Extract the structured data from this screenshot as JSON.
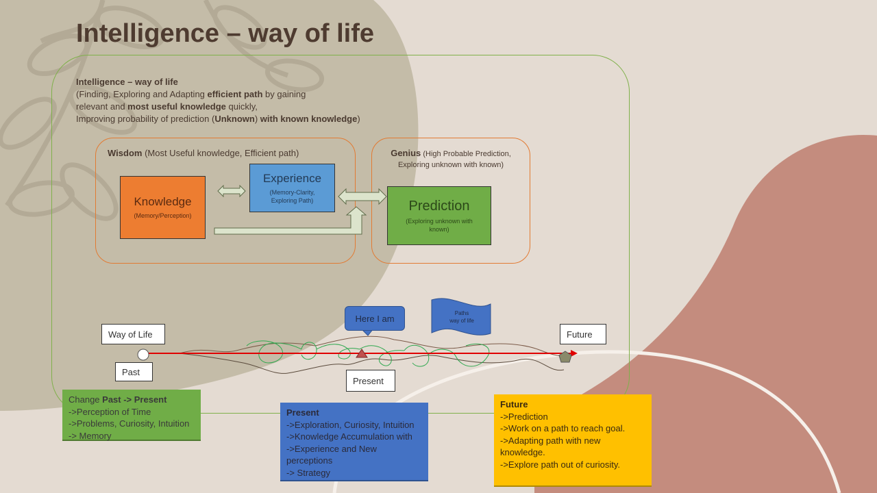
{
  "title": "Intelligence – way of life",
  "intro": {
    "heading": "Intelligence – way of life",
    "line1_a": "(Finding, Exploring and Adapting ",
    "line1_b": "efficient path",
    "line1_c": " by gaining",
    "line2_a": "relevant and ",
    "line2_b": "most useful knowledge",
    "line2_c": " quickly,",
    "line3_a": "Improving probability of prediction (",
    "line3_b": "Unknown",
    "line3_c": ") ",
    "line3_d": "with known knowledge",
    "line3_e": ")"
  },
  "wisdom": {
    "title": "Wisdom",
    "subtitle": " (Most Useful knowledge, Efficient path)"
  },
  "genius": {
    "title": "Genius",
    "subtitle_a": " (High Probable Prediction,",
    "subtitle_b": "Exploring unknown with known)"
  },
  "knowledge": {
    "title": "Knowledge",
    "subtitle": "(Memory/Perception)"
  },
  "experience": {
    "title": "Experience",
    "subtitle_a": "(Memory-Clarity,",
    "subtitle_b": "Exploring Path)"
  },
  "prediction": {
    "title": "Prediction",
    "subtitle_a": "(Exploring unknown with",
    "subtitle_b": "known)"
  },
  "timeline": {
    "way_of_life": "Way of Life",
    "past": "Past",
    "present": "Present",
    "future": "Future",
    "here_i_am": "Here I am",
    "paths_a": "Paths",
    "paths_b": "way of life"
  },
  "notes": {
    "change": {
      "prefix": "Change ",
      "bold": "Past -> Present",
      "items": [
        "->Perception of Time",
        "->Problems, Curiosity, Intuition",
        "-> Memory"
      ]
    },
    "present": {
      "heading": "Present",
      "items": [
        "->Exploration, Curiosity, Intuition",
        "->Knowledge Accumulation with",
        "->Experience and New",
        "perceptions",
        "-> Strategy"
      ]
    },
    "future": {
      "heading": "Future",
      "items": [
        "->Prediction",
        "->Work on a path to reach goal.",
        "->Adapting path with new",
        "knowledge.",
        "->Explore path out of curiosity."
      ]
    }
  },
  "colors": {
    "background": "#e4dbd2",
    "olive_blob": "#c4bca8",
    "rose_blob": "#c48c7e",
    "knowledge": "#ed7d31",
    "experience": "#5b9bd5",
    "prediction": "#70ad47",
    "timeline_red": "#e00000"
  }
}
